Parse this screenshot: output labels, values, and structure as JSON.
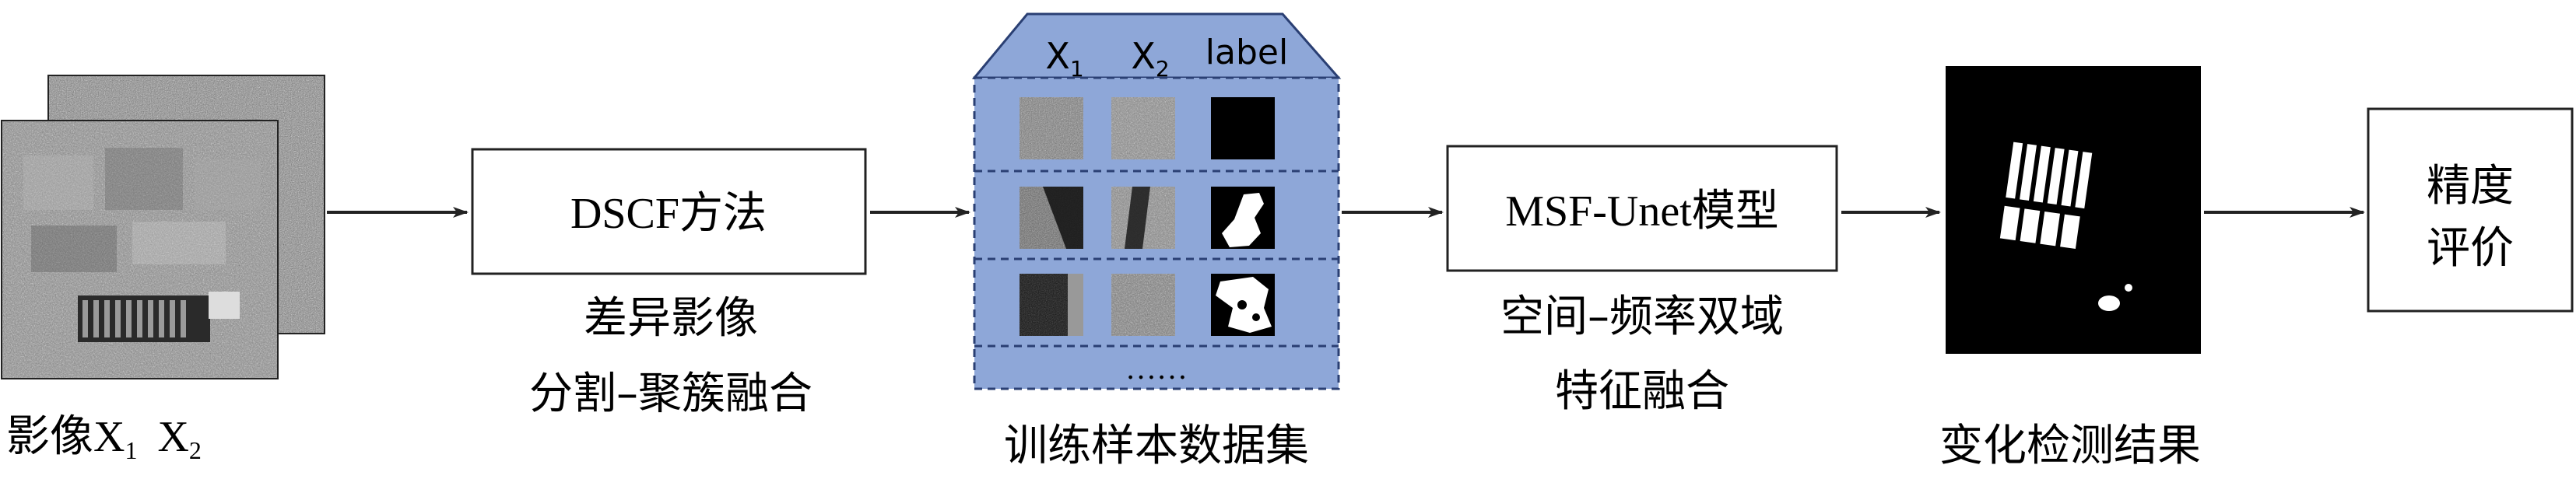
{
  "input": {
    "caption_prefix": "影像",
    "x1_base": "X",
    "x1_sub": "1",
    "x2_base": "X",
    "x2_sub": "2"
  },
  "step1": {
    "box_label_latin": "DSCF",
    "box_label_cjk": "方法",
    "caption_line1": "差异影像",
    "caption_line2": "分割–聚簇融合"
  },
  "dataset": {
    "header_x1_base": "X",
    "header_x1_sub": "1",
    "header_x2_base": "X",
    "header_x2_sub": "2",
    "header_label": "label",
    "ellipsis": "……",
    "caption": "训练样本数据集",
    "fill_color": "#8ea7d8",
    "stroke_color": "#2a3f73"
  },
  "step2": {
    "box_label_latin": "MSF-Unet",
    "box_label_cjk": "模型",
    "caption_line1": "空间–频率双域",
    "caption_line2": "特征融合"
  },
  "result": {
    "caption": "变化检测结果"
  },
  "evaluation": {
    "line1": "精度",
    "line2": "评价"
  },
  "colors": {
    "arrow": "#222222",
    "box_border": "#222222"
  }
}
